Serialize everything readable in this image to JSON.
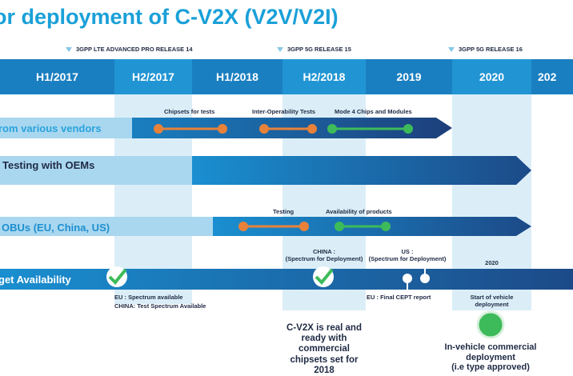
{
  "title": "or deployment of C-V2X (V2V/V2I)",
  "releases": [
    {
      "label": "3GPP LTE ADVANCED PRO RELEASE 14"
    },
    {
      "label": "3GPP 5G RELEASE 15"
    },
    {
      "label": "3GPP 5G RELEASE 16"
    }
  ],
  "columns": [
    "H1/2017",
    "H2/2017",
    "H1/2018",
    "H2/2018",
    "2019",
    "2020",
    "202"
  ],
  "rows": {
    "chipsets": {
      "label": "rom various vendors",
      "milestones": [
        "Chipsets for tests",
        "Inter-Operability Tests",
        "Mode 4 Chips and Modules"
      ]
    },
    "oem": {
      "label": "Testing with OEMs"
    },
    "obu": {
      "label": "OBUs (EU, China, US)",
      "milestones": [
        "Testing",
        "Availability of products"
      ]
    },
    "spectrum": {
      "label": "get Availability",
      "eu_note_1": "EU :  Spectrum available",
      "eu_note_2": "CHINA: Test Spectrum Available",
      "china_note_1": "CHINA :",
      "china_note_2": "(Spectrum for Deployment)",
      "us_note_1": "US :",
      "us_note_2": "(Spectrum for Deployment)",
      "eu_cept": "EU : Final CEPT report",
      "year_2020": "2020",
      "vehicle_1": "Start of vehicle",
      "vehicle_2": "deployment"
    }
  },
  "callouts": {
    "cv2x": [
      "C-V2X is real and",
      "ready with",
      "commercial",
      "chipsets set for",
      "2018"
    ],
    "invehicle": [
      "In-vehicle commercial",
      "deployment",
      "(i.e type approved)"
    ]
  },
  "colors": {
    "title": "#1aa0d8",
    "header": "#1a7fc0",
    "header_highlight": "#2195d3",
    "column_shade": "#dbeef8",
    "bar_dark": "#1d4f8c",
    "orange": "#e8823a",
    "green": "#3dbb5a"
  }
}
